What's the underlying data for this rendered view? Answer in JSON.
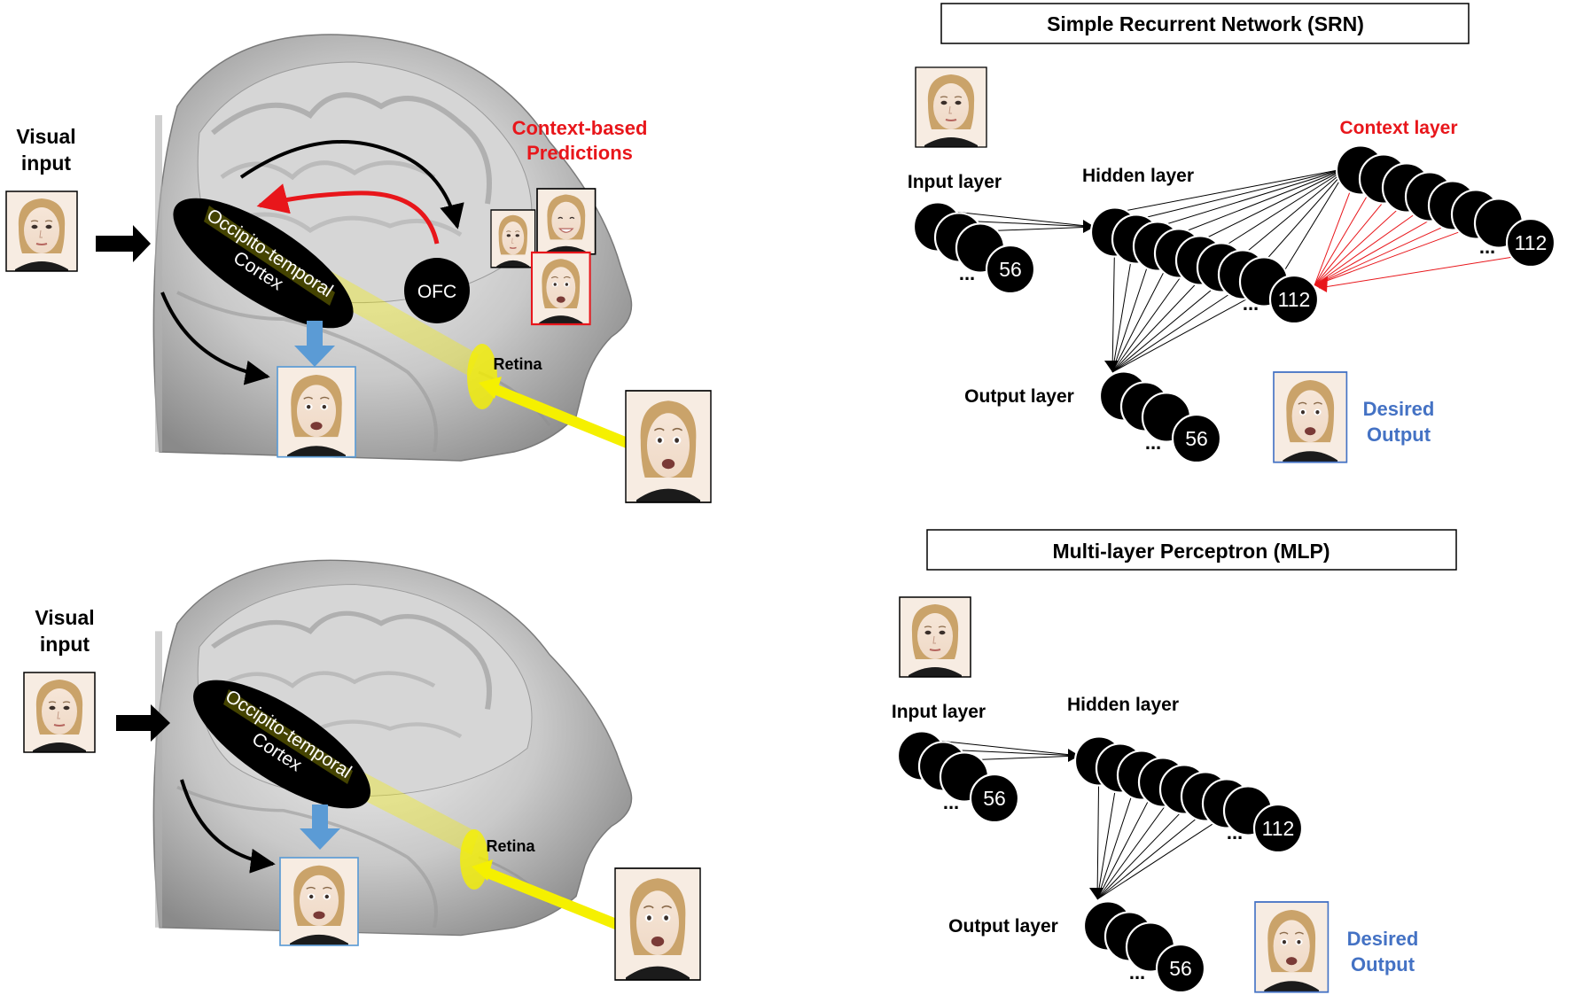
{
  "top_left": {
    "visual_input": [
      "Visual",
      "input"
    ],
    "region_line1": "Occipito-temporal",
    "region_line2": "Cortex",
    "ofc": "OFC",
    "retina": "Retina",
    "predictions": [
      "Context-based",
      "Predictions"
    ]
  },
  "bottom_left": {
    "visual_input": [
      "Visual",
      "input"
    ],
    "region_line1": "Occipito-temporal",
    "region_line2": "Cortex",
    "retina": "Retina"
  },
  "srn": {
    "title": "Simple Recurrent Network (SRN)",
    "input_layer": "Input layer",
    "hidden_layer": "Hidden layer",
    "context_layer": "Context layer",
    "output_layer": "Output layer",
    "input_count": "56",
    "hidden_count": "112",
    "context_count": "112",
    "output_count": "56",
    "ellipsis": "...",
    "desired_output": [
      "Desired",
      "Output"
    ]
  },
  "mlp": {
    "title": "Multi-layer Perceptron (MLP)",
    "input_layer": "Input layer",
    "hidden_layer": "Hidden layer",
    "output_layer": "Output layer",
    "input_count": "56",
    "hidden_count": "112",
    "output_count": "56",
    "ellipsis": "...",
    "desired_output": [
      "Desired",
      "Output"
    ]
  },
  "colors": {
    "red": "#e8161b",
    "blue_label": "#4472c4",
    "blue_arrow": "#5b9bd5",
    "yellow": "#f5f000",
    "node": "#000000"
  }
}
